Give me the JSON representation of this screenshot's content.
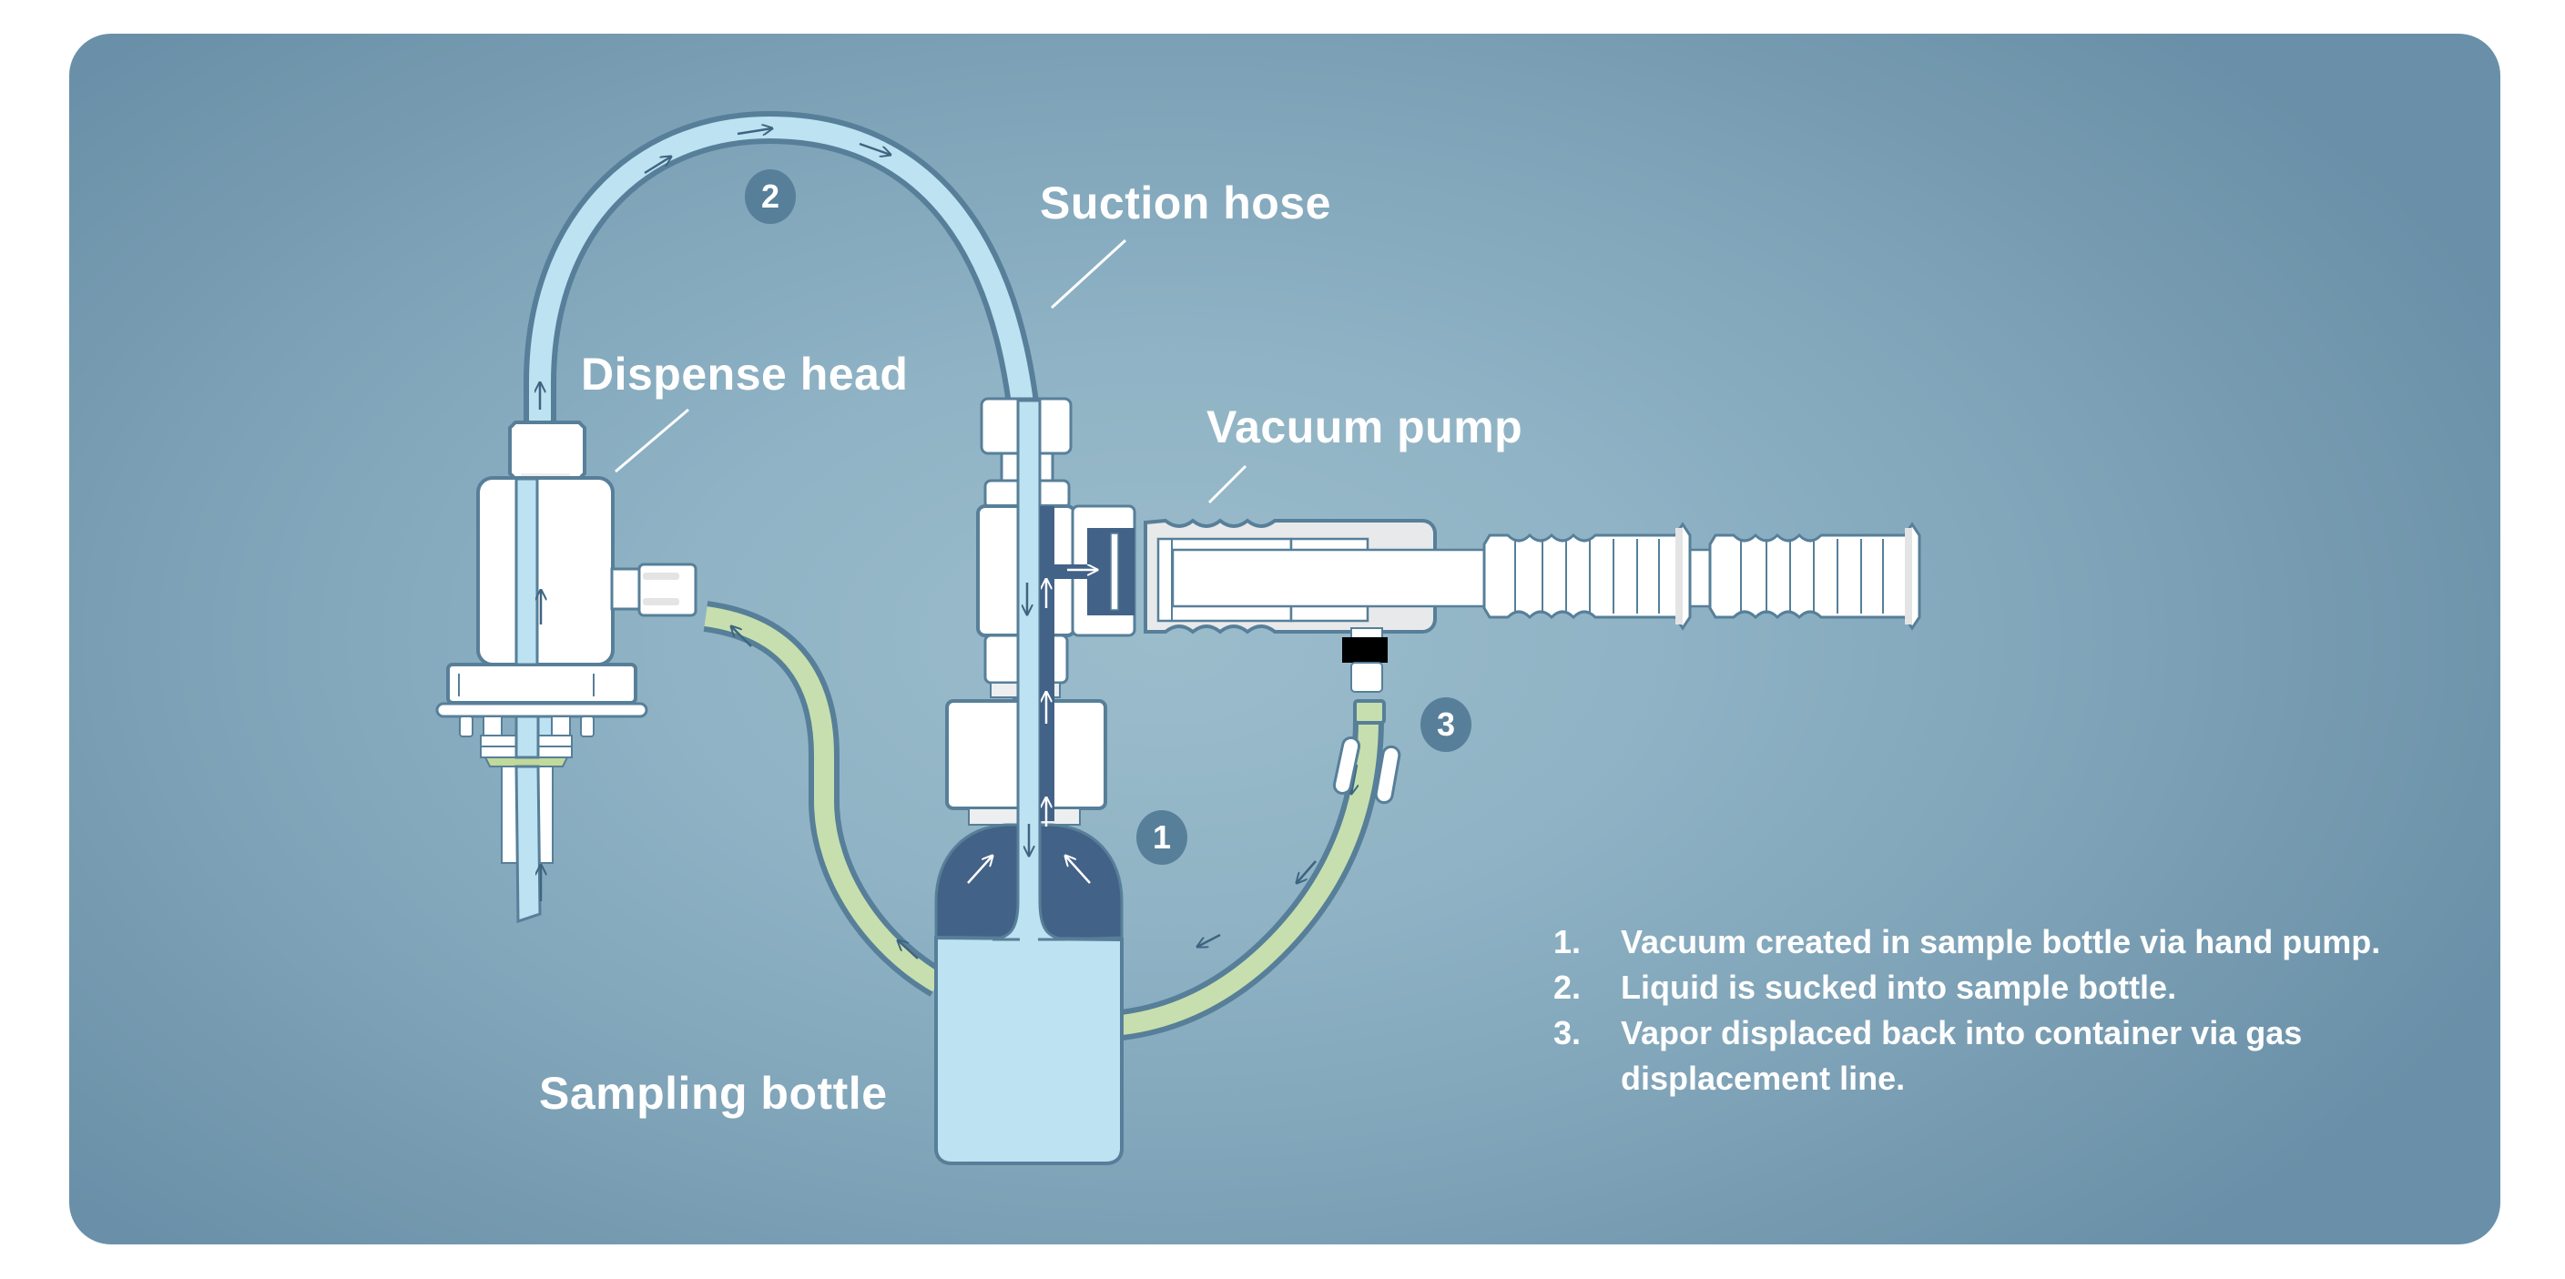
{
  "diagram": {
    "title": "Sampling system diagram",
    "colors": {
      "background_center": "#9bbccb",
      "background_edge": "#6990a8",
      "outline": "#577f99",
      "liquid": "#bde2f1",
      "vacuum": "#436287",
      "gas_line": "#c7dfae",
      "component": "#ffffff",
      "pump_housing": "#e8e9ea",
      "badge": "#577f99",
      "text": "#ffffff"
    },
    "labels": {
      "suction_hose": "Suction hose",
      "dispense_head": "Dispense head",
      "vacuum_pump": "Vacuum pump",
      "sampling_bottle": "Sampling bottle"
    },
    "badges": [
      "1",
      "2",
      "3"
    ],
    "steps": [
      {
        "number": "1.",
        "text": "Vacuum created in sample bottle via hand pump."
      },
      {
        "number": "2.",
        "text": "Liquid is sucked into sample bottle."
      },
      {
        "number": "3.",
        "text": "Vapor displaced back into container via gas displacement line."
      }
    ]
  }
}
